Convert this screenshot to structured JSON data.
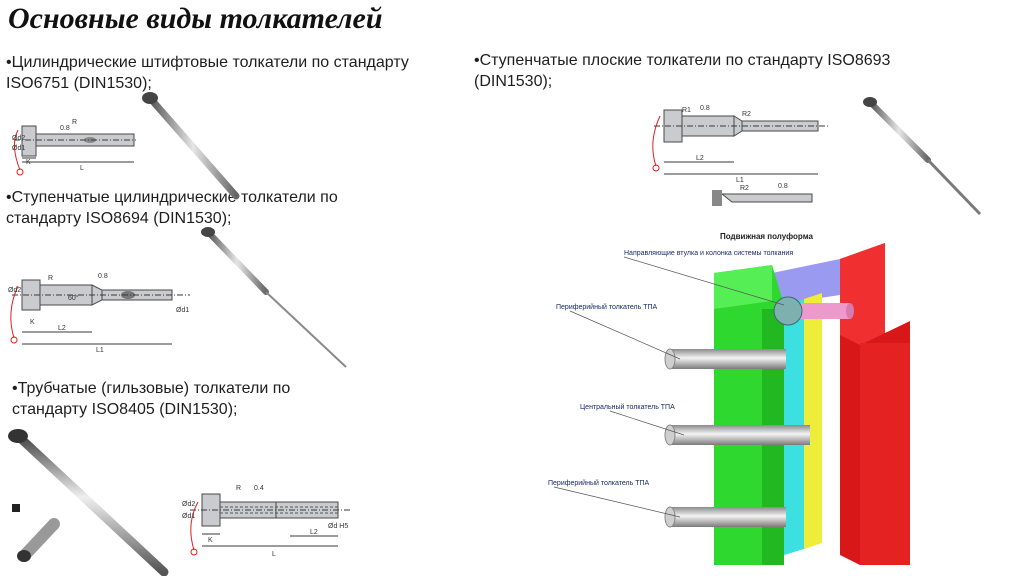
{
  "slide": {
    "title": "Основные виды толкателей"
  },
  "bullets": [
    {
      "id": "cyl",
      "text": "•Цилиндрические штифтовые толкатели по стандарту ISO6751 (DIN1530);"
    },
    {
      "id": "step-cyl",
      "text": "•Ступенчатые цилиндрические толкатели по стандарту ISO8694 (DIN1530);"
    },
    {
      "id": "tube",
      "text": "•Трубчатые (гильзовые) толкатели по стандарту ISO8405 (DIN1530);"
    },
    {
      "id": "step-flat",
      "text": "•Ступенчатые плоские толкатели по стандарту ISO8693 (DIN1530);"
    }
  ],
  "drawings": {
    "cyl": {
      "dims": [
        "R",
        "0.8",
        "L",
        "K",
        "Ød1",
        "Ød2"
      ]
    },
    "step_cyl": {
      "dims": [
        "R",
        "0.8",
        "60°",
        "L2",
        "L1",
        "K",
        "Ød2",
        "Ød1"
      ]
    },
    "tube": {
      "dims": [
        "R",
        "0.4",
        "L",
        "K",
        "L2",
        "Ød2",
        "Ød1",
        "Ød H5"
      ]
    },
    "step_flat": {
      "dims": [
        "R1",
        "0.8",
        "R2",
        "L2",
        "L1",
        "0.8",
        "R2"
      ]
    }
  },
  "assembly": {
    "title": "Подвижная полуформа",
    "callouts": [
      "Направляющие втулка и колонка системы толкания",
      "Периферийный толкатель ТПА",
      "Центральный толкатель ТПА",
      "Периферийный толкатель ТПА"
    ]
  },
  "colors": {
    "green": "#33dd33",
    "cyan": "#33dddd",
    "yellow": "#eeee33",
    "purple": "#9999ee",
    "red": "#ee2222",
    "steel": "#c9cbce"
  }
}
